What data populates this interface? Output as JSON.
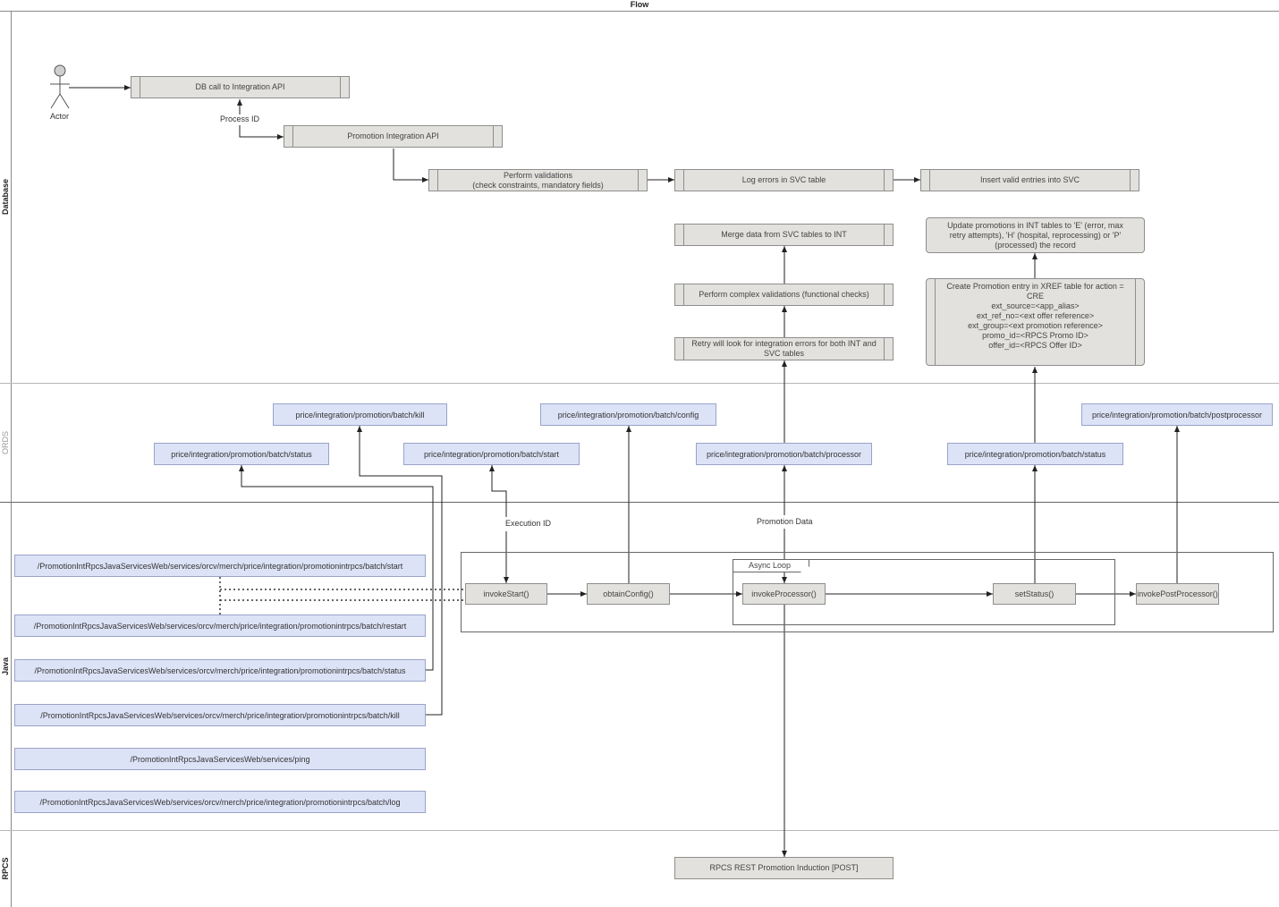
{
  "title": "Flow",
  "lanes": {
    "database": "Database",
    "ords": "ORDS",
    "java": "Java",
    "rpcs": "RPCS"
  },
  "actor": {
    "label": "Actor"
  },
  "db": {
    "db_call": "DB call to Integration API",
    "process_id": "Process ID",
    "promotion_api": "Promotion Integration API",
    "perform_validations": "Perform validations\n(check constraints, mandatory fields)",
    "log_errors": "Log errors in SVC table",
    "insert_valid": "Insert valid entries into SVC",
    "merge_data": "Merge data from SVC tables to INT",
    "complex_validations": "Perform complex validations (functional checks)",
    "retry": "Retry will look for integration errors for both INT and SVC tables",
    "update_promotions": "Update promotions in INT tables to 'E' (error, max retry attempts), 'H' (hospital, reprocessing) or 'P' (processed) the record",
    "create_xref": "Create Promotion entry in XREF table for action = CRE\next_source=<app_alias>\next_ref_no=<ext offer reference>\next_group=<ext promotion reference>\npromo_id=<RPCS Promo ID>\noffer_id=<RPCS Offer ID>"
  },
  "ords": {
    "kill": "price/integration/promotion/batch/kill",
    "config": "price/integration/promotion/batch/config",
    "postprocessor": "price/integration/promotion/batch/postprocessor",
    "status_left": "price/integration/promotion/batch/status",
    "start": "price/integration/promotion/batch/start",
    "processor": "price/integration/promotion/batch/processor",
    "status_right": "price/integration/promotion/batch/status"
  },
  "java": {
    "execution_id": "Execution ID",
    "promotion_data": "Promotion Data",
    "async_loop": "Async Loop",
    "endpoints": {
      "start": "/PromotionIntRpcsJavaServicesWeb/services/orcv/merch/price/integration/promotionintrpcs/batch/start",
      "restart": "/PromotionIntRpcsJavaServicesWeb/services/orcv/merch/price/integration/promotionintrpcs/batch/restart",
      "status": "/PromotionIntRpcsJavaServicesWeb/services/orcv/merch/price/integration/promotionintrpcs/batch/status",
      "kill": "/PromotionIntRpcsJavaServicesWeb/services/orcv/merch/price/integration/promotionintrpcs/batch/kill",
      "ping": "/PromotionIntRpcsJavaServicesWeb/services/ping",
      "log": "/PromotionIntRpcsJavaServicesWeb/services/orcv/merch/price/integration/promotionintrpcs/batch/log"
    },
    "functions": {
      "invoke_start": "invokeStart()",
      "obtain_config": "obtainConfig()",
      "invoke_processor": "invokeProcessor()",
      "set_status": "setStatus()",
      "invoke_post_processor": "invokePostProcessor()"
    }
  },
  "rpcs": {
    "induction": "RPCS REST Promotion Induction [POST]"
  }
}
